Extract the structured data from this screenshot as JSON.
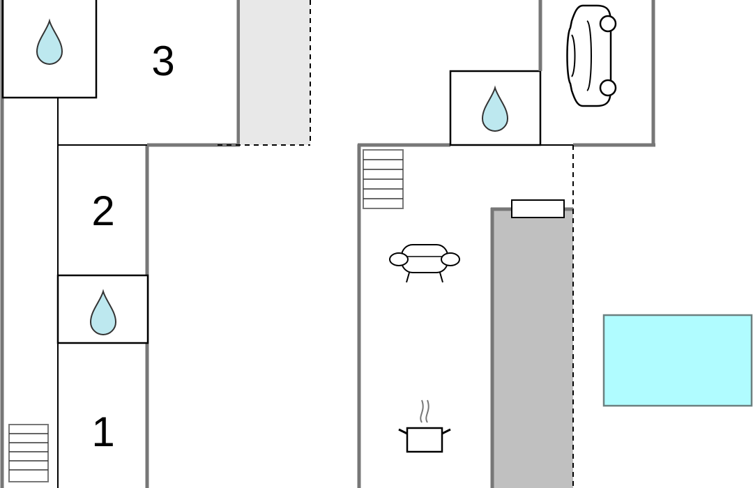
{
  "rooms": [
    {
      "id": "room-1",
      "label": "1"
    },
    {
      "id": "room-2",
      "label": "2"
    },
    {
      "id": "room-3",
      "label": "3"
    }
  ],
  "icons": {
    "bathroom": "water-drop-icon",
    "stairs": "stairs-icon",
    "living": "sofa-icon",
    "kitchen": "cooking-pot-icon",
    "garage": "car-icon",
    "pool": "pool"
  },
  "colors": {
    "wall": "#777777",
    "inner_wall": "#000000",
    "water_drop": "#bde8ef",
    "pool": "#b0fcff",
    "pool_border": "#6c8080",
    "terrace_light": "#e8e8e8",
    "terrace_dark": "#c0c0c0"
  }
}
